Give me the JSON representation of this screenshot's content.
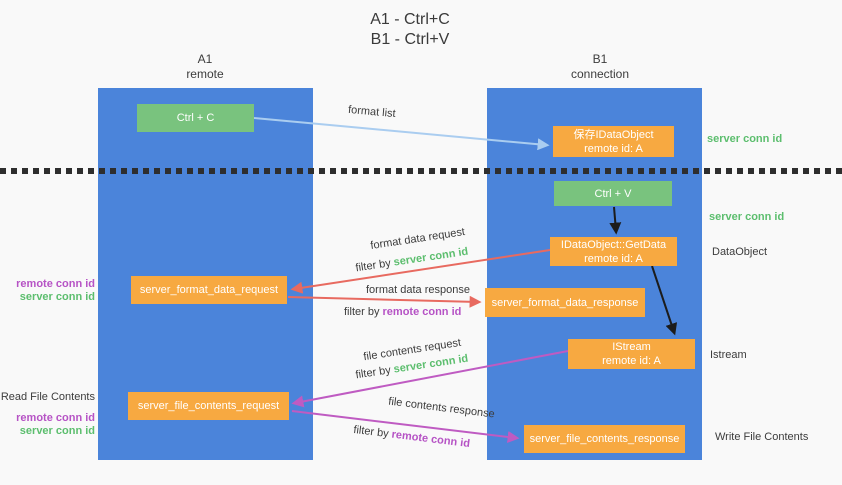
{
  "title": {
    "line1": "A1 - Ctrl+C",
    "line2": "B1 - Ctrl+V"
  },
  "lanes": {
    "left": {
      "name": "A1",
      "role": "remote"
    },
    "right": {
      "name": "B1",
      "role": "connection"
    }
  },
  "nodes": {
    "ctrl_c": "Ctrl + C",
    "save_dataobject": {
      "line1": "保存IDataObject",
      "line2": "remote id: A"
    },
    "ctrl_v": "Ctrl + V",
    "getdata": {
      "line1": "IDataObject::GetData",
      "line2": "remote id: A"
    },
    "format_request": "server_format_data_request",
    "format_response": "server_format_data_response",
    "istream": {
      "line1": "IStream",
      "line2": "remote id: A"
    },
    "file_request": "server_file_contents_request",
    "file_response": "server_file_contents_response"
  },
  "arrow_labels": {
    "format_list": "format list",
    "format_data_request": "format data request",
    "filter_server_1": {
      "prefix": "filter by ",
      "highlight": "server conn id"
    },
    "format_data_response": "format data response",
    "filter_remote_1": {
      "prefix": "filter by ",
      "highlight": "remote conn id"
    },
    "file_contents_request": "file contents request",
    "filter_server_2": {
      "prefix": "filter by ",
      "highlight": "server conn id"
    },
    "file_contents_response": "file contents response",
    "filter_remote_2": {
      "prefix": "filter by ",
      "highlight": "remote conn id"
    }
  },
  "side_labels": {
    "left_remote_conn_1": "remote conn id",
    "left_server_conn_1": "server conn id",
    "read_file_contents": "Read File Contents",
    "left_remote_conn_2": "remote conn id",
    "left_server_conn_2": "server conn id",
    "right_server_conn_1": "server conn id",
    "right_server_conn_2": "server conn id",
    "dataobject": "DataObject",
    "istream": "Istream",
    "write_file_contents": "Write File Contents"
  },
  "colors": {
    "background": "#f9f9f9",
    "lane_blue": "#4b84da",
    "node_orange": "#f7a941",
    "node_green": "#79c37e",
    "arrow_light_blue": "#aacdf0",
    "arrow_red": "#e86a60",
    "arrow_magenta": "#bf5bc2",
    "arrow_black": "#1c1c1c",
    "text_green": "#5cbe6e",
    "text_purple": "#b653c5",
    "text_dark": "#3c3c3c"
  }
}
